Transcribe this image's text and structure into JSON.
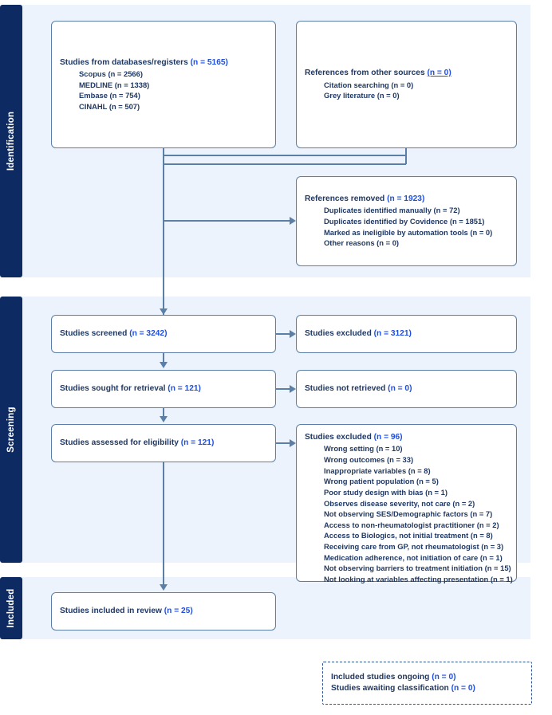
{
  "diagram": {
    "title": "PRISMA 2020 flow diagram",
    "colors": {
      "band_background": "#EDF3FC",
      "tab_background": "#0E2A63",
      "box_border": "#5B7FA6",
      "text": "#1F3864",
      "highlight": "#1F4FE0",
      "dashed_border": "#2F5496"
    }
  },
  "phases": [
    {
      "id": "identification",
      "label": "Identification"
    },
    {
      "id": "screening",
      "label": "Screening"
    },
    {
      "id": "included",
      "label": "Included"
    }
  ],
  "boxes": {
    "databases": {
      "title_text": "Studies from databases/registers ",
      "title_count": "(n = 5165)",
      "items": [
        "Scopus (n = 2566)",
        "MEDLINE (n = 1338)",
        "Embase (n = 754)",
        "CINAHL (n = 507)"
      ]
    },
    "other_sources": {
      "title_text": "References from other sources ",
      "title_count": "(n = 0)",
      "items": [
        "Citation searching (n = 0)",
        "Grey literature (n = 0)"
      ]
    },
    "references_removed": {
      "title_text": "References removed ",
      "title_count": "(n = 1923)",
      "items": [
        "Duplicates identified manually (n = 72)",
        "Duplicates identified by Covidence (n = 1851)",
        "Marked as ineligible by automation tools (n = 0)",
        "Other reasons (n = 0)"
      ]
    },
    "screened": {
      "title_text": "Studies screened ",
      "title_count": "(n = 3242)"
    },
    "excluded_screened": {
      "title_text": "Studies excluded ",
      "title_count": "(n = 3121)"
    },
    "sought": {
      "title_text": "Studies sought for retrieval ",
      "title_count": "(n = 121)"
    },
    "not_retrieved": {
      "title_text": "Studies not retrieved ",
      "title_count": "(n = 0)"
    },
    "assessed": {
      "title_text": "Studies assessed for eligibility ",
      "title_count": "(n = 121)"
    },
    "excluded_eligibility": {
      "title_text": "Studies excluded ",
      "title_count": "(n = 96)",
      "items": [
        "Wrong setting (n = 10)",
        "Wrong outcomes (n = 33)",
        "Inappropriate variables (n = 8)",
        "Wrong patient population (n = 5)",
        "Poor study design with bias (n = 1)",
        "Observes disease severity, not care (n = 2)",
        "Not observing SES/Demographic factors (n = 7)",
        "Access to non-rheumatologist practitioner (n = 2)",
        "Access to Biologics, not initial treatment (n = 8)",
        "Receiving care from GP, not rheumatologist (n = 3)",
        "Medication adherence, not initiation of care (n = 1)",
        "Not observing barriers to treatment initiation (n = 15)",
        "Not looking at variables affecting presentation (n = 1)"
      ]
    },
    "included_in_review": {
      "title_text": "Studies included in review ",
      "title_count": "(n = 25)"
    },
    "ongoing": {
      "lines": [
        {
          "text": "Included studies ongoing ",
          "count": "(n = 0)"
        },
        {
          "text": "Studies awaiting classification ",
          "count": "(n = 0)"
        }
      ]
    }
  },
  "chart_data": {
    "type": "diagram",
    "title": "PRISMA flow of study selection",
    "nodes": [
      {
        "id": "databases",
        "phase": "identification",
        "label": "Studies from databases/registers",
        "n": 5165
      },
      {
        "id": "other_sources",
        "phase": "identification",
        "label": "References from other sources",
        "n": 0
      },
      {
        "id": "references_removed",
        "phase": "identification",
        "label": "References removed",
        "n": 1923
      },
      {
        "id": "screened",
        "phase": "screening",
        "label": "Studies screened",
        "n": 3242
      },
      {
        "id": "excluded_screened",
        "phase": "screening",
        "label": "Studies excluded",
        "n": 3121
      },
      {
        "id": "sought",
        "phase": "screening",
        "label": "Studies sought for retrieval",
        "n": 121
      },
      {
        "id": "not_retrieved",
        "phase": "screening",
        "label": "Studies not retrieved",
        "n": 0
      },
      {
        "id": "assessed",
        "phase": "screening",
        "label": "Studies assessed for eligibility",
        "n": 121
      },
      {
        "id": "excluded_eligibility",
        "phase": "screening",
        "label": "Studies excluded",
        "n": 96
      },
      {
        "id": "included_in_review",
        "phase": "included",
        "label": "Studies included in review",
        "n": 25
      },
      {
        "id": "ongoing",
        "phase": "included",
        "label": "Included studies ongoing",
        "n": 0
      },
      {
        "id": "awaiting",
        "phase": "included",
        "label": "Studies awaiting classification",
        "n": 0
      }
    ],
    "edges": [
      {
        "from": "databases",
        "to": "references_removed"
      },
      {
        "from": "other_sources",
        "to": "references_removed"
      },
      {
        "from": "databases",
        "to": "screened"
      },
      {
        "from": "other_sources",
        "to": "screened"
      },
      {
        "from": "screened",
        "to": "excluded_screened"
      },
      {
        "from": "screened",
        "to": "sought"
      },
      {
        "from": "sought",
        "to": "not_retrieved"
      },
      {
        "from": "sought",
        "to": "assessed"
      },
      {
        "from": "assessed",
        "to": "excluded_eligibility"
      },
      {
        "from": "assessed",
        "to": "included_in_review"
      }
    ]
  }
}
